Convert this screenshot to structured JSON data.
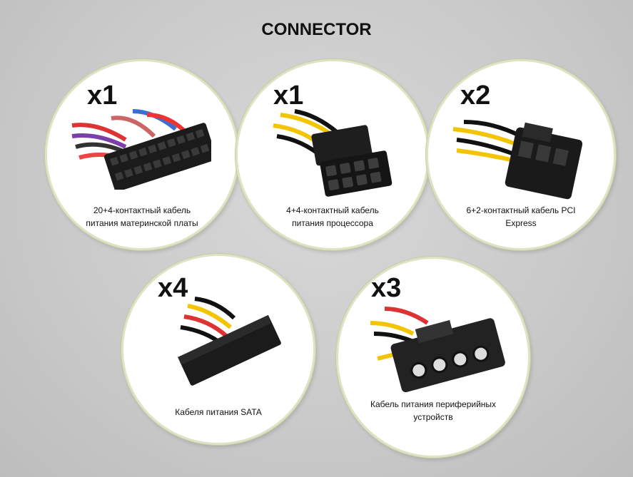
{
  "title": "CONNECTOR",
  "connectors": [
    {
      "qty": "x1",
      "line1": "20+4-контактный кабель",
      "line2": "питания материнской платы"
    },
    {
      "qty": "x1",
      "line1": "4+4-контактный кабель",
      "line2": "питания процессора"
    },
    {
      "qty": "x2",
      "line1": "6+2-контактный кабель PCI",
      "line2": "Express"
    },
    {
      "qty": "x4",
      "line1": "Кабеля питания SATA",
      "line2": ""
    },
    {
      "qty": "x3",
      "line1": "Кабель питания периферийных",
      "line2": "устройств"
    }
  ]
}
